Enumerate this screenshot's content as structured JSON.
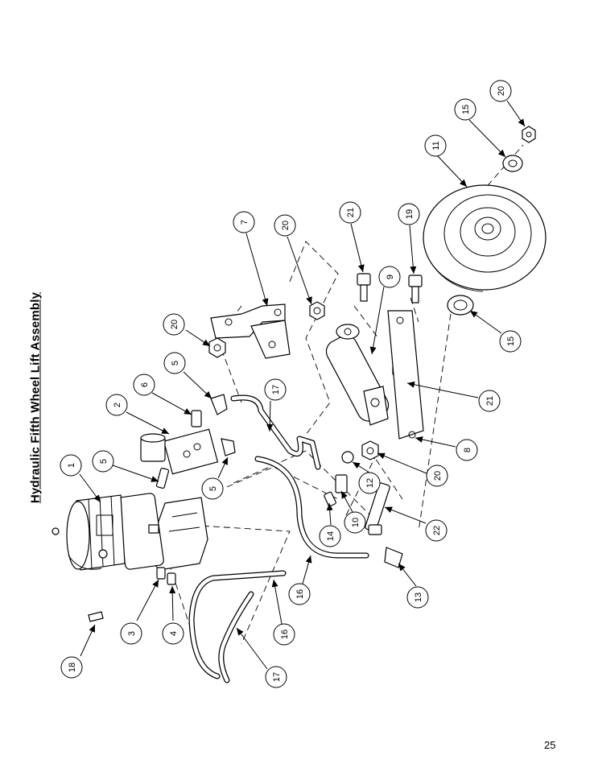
{
  "title": "Hydraulic Fifth Wheel Lift Assembly",
  "page_number": "25",
  "callouts": [
    "1",
    "2",
    "3",
    "4",
    "5",
    "5",
    "5",
    "6",
    "7",
    "8",
    "9",
    "10",
    "11",
    "12",
    "13",
    "14",
    "15",
    "15",
    "16",
    "16",
    "17",
    "17",
    "18",
    "19",
    "20",
    "20",
    "20",
    "20",
    "21",
    "21",
    "22"
  ]
}
